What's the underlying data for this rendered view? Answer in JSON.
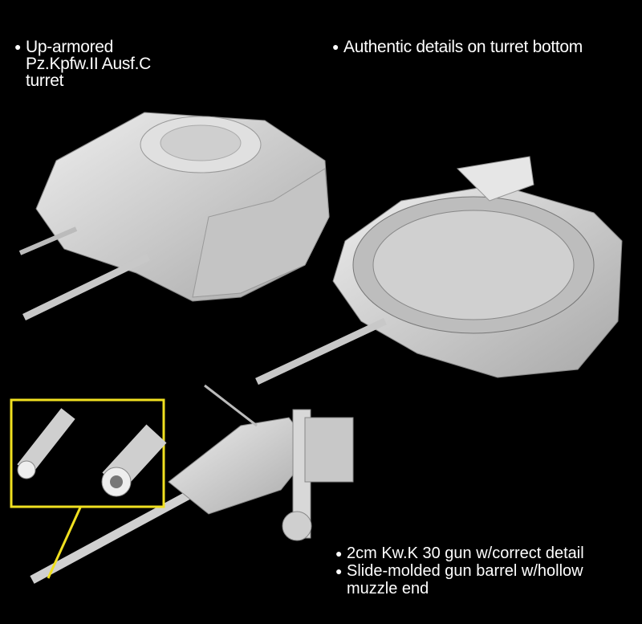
{
  "captions": {
    "turret_top": [
      "Up-armored",
      "Pz.Kpfw.II Ausf.C",
      "turret"
    ],
    "turret_bottom": [
      "Authentic details on turret bottom"
    ],
    "gun": [
      "2cm Kw.K 30 gun w/correct detail",
      "Slide-molded gun barrel w/hollow",
      "muzzle end"
    ]
  },
  "colors": {
    "background": "#000000",
    "model": "#d8d8d8",
    "highlight": "#f0e020",
    "text": "#ffffff"
  }
}
